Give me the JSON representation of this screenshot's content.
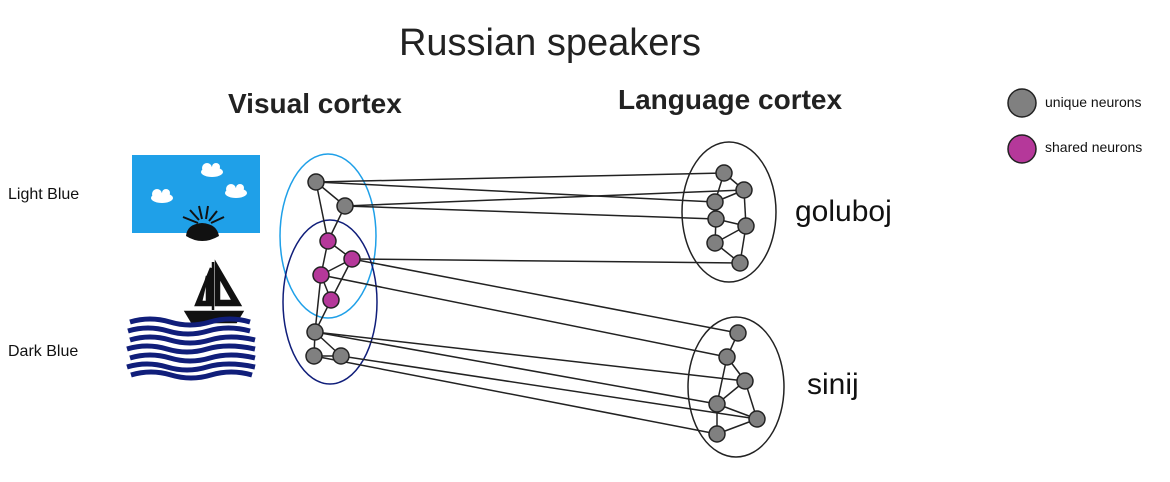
{
  "title": "Russian speakers",
  "headers": {
    "visual": "Visual cortex",
    "language": "Language cortex"
  },
  "stimuli": {
    "light": "Light Blue",
    "dark": "Dark Blue"
  },
  "words": {
    "light": "goluboj",
    "dark": "sinij"
  },
  "legend": {
    "unique": "unique neurons",
    "shared": "shared neurons"
  },
  "colors": {
    "unique_neuron": "#808080",
    "shared_neuron": "#b5389a",
    "light_blue": "#1fa0e8",
    "dark_blue": "#101e7a",
    "outline": "#222222"
  },
  "icons": [
    "sky-with-clouds-and-sun-icon",
    "sailboat-on-waves-icon"
  ]
}
